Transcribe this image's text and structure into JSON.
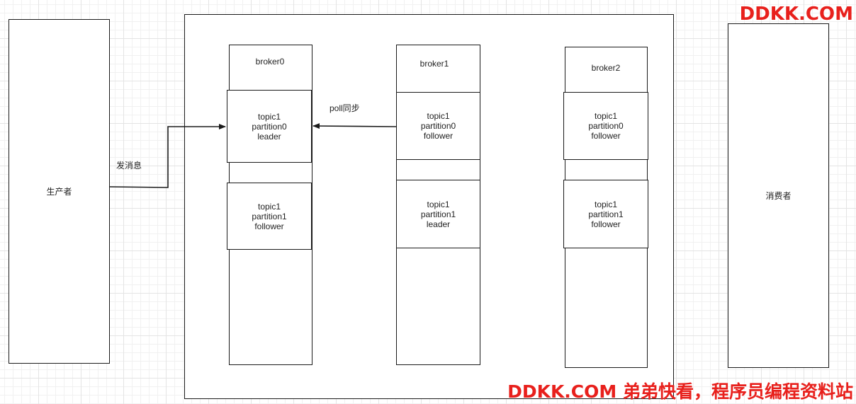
{
  "producer": {
    "label": "生产者"
  },
  "consumer": {
    "label": "消费者"
  },
  "edges": {
    "send_label": "发消息",
    "sync_label": "poll同步"
  },
  "brokers": [
    {
      "name": "broker0",
      "partitions": [
        {
          "topic": "topic1",
          "partition": "partition0",
          "role": "leader"
        },
        {
          "topic": "topic1",
          "partition": "partition1",
          "role": "follower"
        }
      ]
    },
    {
      "name": "broker1",
      "partitions": [
        {
          "topic": "topic1",
          "partition": "partition0",
          "role": "follower"
        },
        {
          "topic": "topic1",
          "partition": "partition1",
          "role": "leader"
        }
      ]
    },
    {
      "name": "broker2",
      "partitions": [
        {
          "topic": "topic1",
          "partition": "partition0",
          "role": "follower"
        },
        {
          "topic": "topic1",
          "partition": "partition1",
          "role": "follower"
        }
      ]
    }
  ],
  "watermark": {
    "top": "DDKK.COM",
    "bottom": "DDKK.COM 弟弟快看，程序员编程资料站"
  },
  "colors": {
    "watermark": "#e8201c",
    "line": "#1a1a1a"
  }
}
